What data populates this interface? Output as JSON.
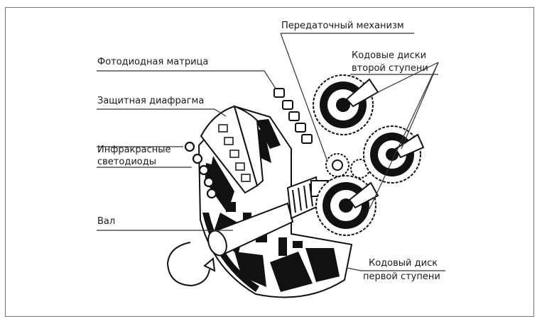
{
  "labels": {
    "gear_mechanism": "Передаточный механизм",
    "photodiode_matrix": "Фотодиодная матрица",
    "code_discs_second_l1": "Кодовые диски",
    "code_discs_second_l2": "второй ступени",
    "protective_diaphragm": "Защитная диафрагма",
    "ir_leds_l1": "Инфракрасные",
    "ir_leds_l2": "светодиоды",
    "shaft": "Вал",
    "code_disc_first_l1": "Кодовый диск",
    "code_disc_first_l2": "первой ступени"
  },
  "colors": {
    "ink": "#1a1a1a",
    "frame": "#6f6f6f"
  }
}
